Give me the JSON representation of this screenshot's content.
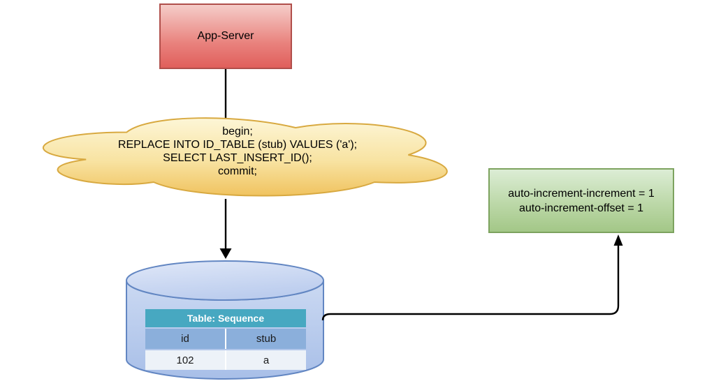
{
  "app_server": {
    "label": "App-Server"
  },
  "sql_cloud": {
    "lines": [
      "begin;",
      "REPLACE INTO ID_TABLE (stub) VALUES ('a');",
      "SELECT LAST_INSERT_ID();",
      "commit;"
    ]
  },
  "config_box": {
    "lines": [
      "auto-increment-increment = 1",
      "auto-increment-offset = 1"
    ]
  },
  "database": {
    "table": {
      "title": "Table: Sequence",
      "columns": [
        "id",
        "stub"
      ],
      "rows": [
        [
          "102",
          "a"
        ]
      ]
    }
  },
  "colors": {
    "app_server_fill_top": "#f5cdc9",
    "app_server_fill_bottom": "#e05f5b",
    "app_server_border": "#b04f4b",
    "cloud_fill_top": "#fdf6d7",
    "cloud_fill_bottom": "#f0c35f",
    "cloud_border": "#d8a940",
    "config_fill_top": "#dcedd5",
    "config_fill_bottom": "#a3c787",
    "config_border": "#7da35f",
    "cylinder_fill_top": "#d3dff5",
    "cylinder_fill_bottom": "#a8bfe8",
    "cylinder_border": "#6286c2",
    "table_header_bg": "#47a8c1",
    "table_column_bg": "#8bafdb",
    "table_data_bg": "#edf2f8",
    "connector": "#000000"
  }
}
